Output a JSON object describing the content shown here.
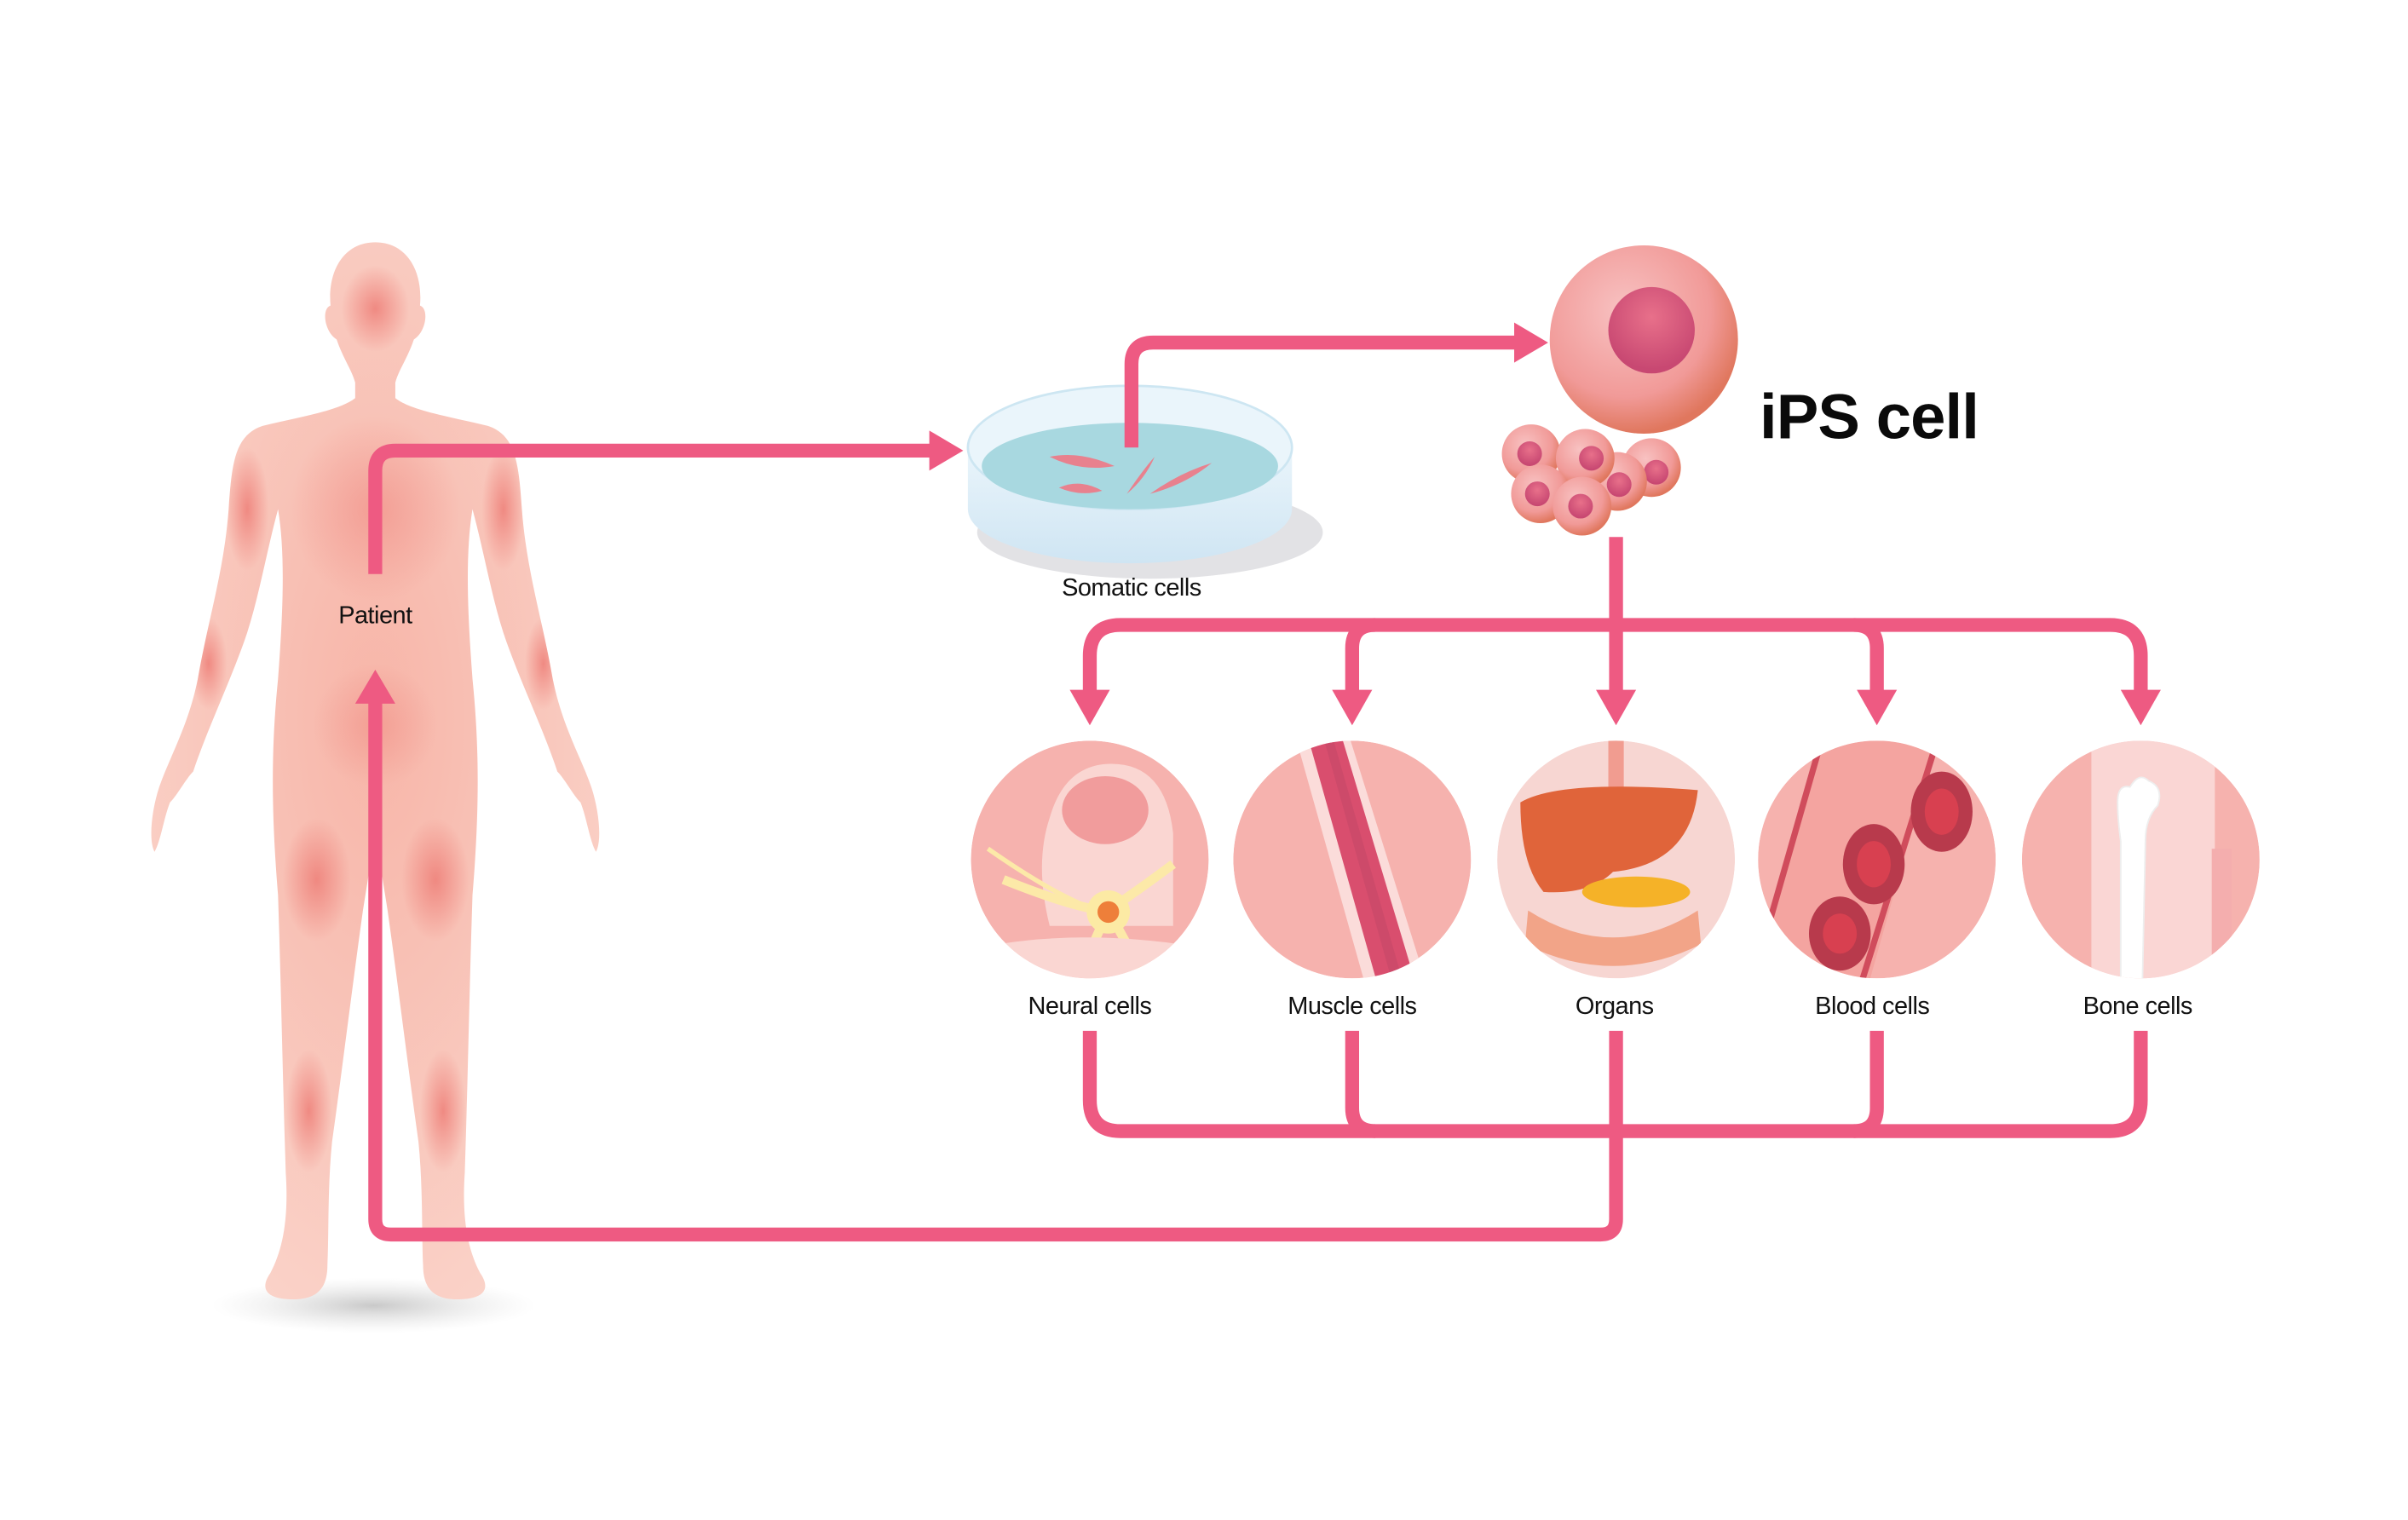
{
  "diagram": {
    "title": "iPS cell",
    "patient_label": "Patient",
    "somatic_label": "Somatic cells",
    "outcomes": [
      {
        "label": "Neural cells",
        "icon": "neuron-brain-icon"
      },
      {
        "label": "Muscle cells",
        "icon": "muscle-fiber-icon"
      },
      {
        "label": "Organs",
        "icon": "organs-icon"
      },
      {
        "label": "Blood cells",
        "icon": "blood-vessel-icon"
      },
      {
        "label": "Bone cells",
        "icon": "bone-icon"
      }
    ],
    "colors": {
      "arrow": "#EE5A82",
      "skin": "#F9C6BC",
      "cell": "#F2A09C",
      "nucleus": "#D44F74",
      "dish": "#DDEEF7",
      "medium": "#A8D8E0"
    }
  }
}
